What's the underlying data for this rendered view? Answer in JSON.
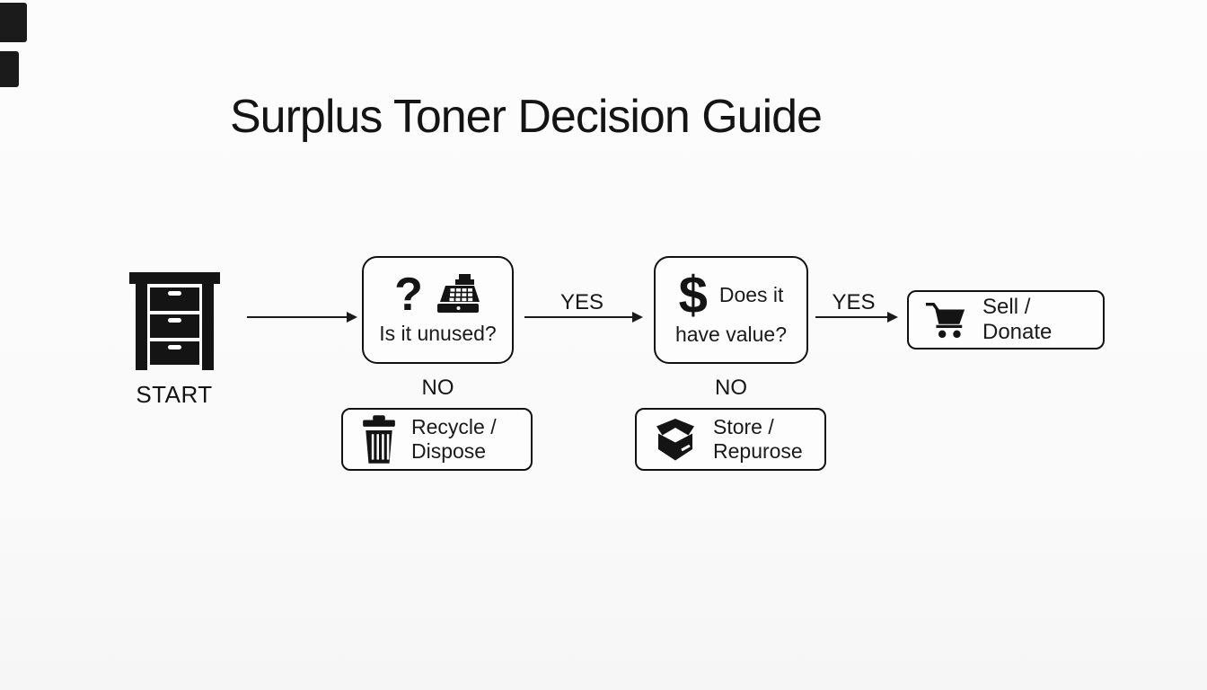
{
  "meta": {
    "bg_color": "#fafafa",
    "ink_color": "#161616",
    "node_border_color": "#111111",
    "node_bg_color": "#fdfdfd"
  },
  "title": "Surplus Toner Decision Guide",
  "flow": {
    "start_label": "START",
    "q1": {
      "glyph": "?",
      "icon": "cash-register-icon",
      "question": "Is it unused?"
    },
    "yes1": "YES",
    "q2": {
      "glyph": "$",
      "line1": "Does it",
      "line2": "have value?"
    },
    "yes2": "YES",
    "sell": {
      "icon": "shopping-cart-icon",
      "label": "Sell / Donate"
    },
    "no1": "NO",
    "no2": "NO",
    "recycle": {
      "icon": "trash-icon",
      "line1": "Recycle /",
      "line2": "Dispose"
    },
    "store": {
      "icon": "open-box-icon",
      "line1": "Store /",
      "line2": "Repurose"
    }
  }
}
